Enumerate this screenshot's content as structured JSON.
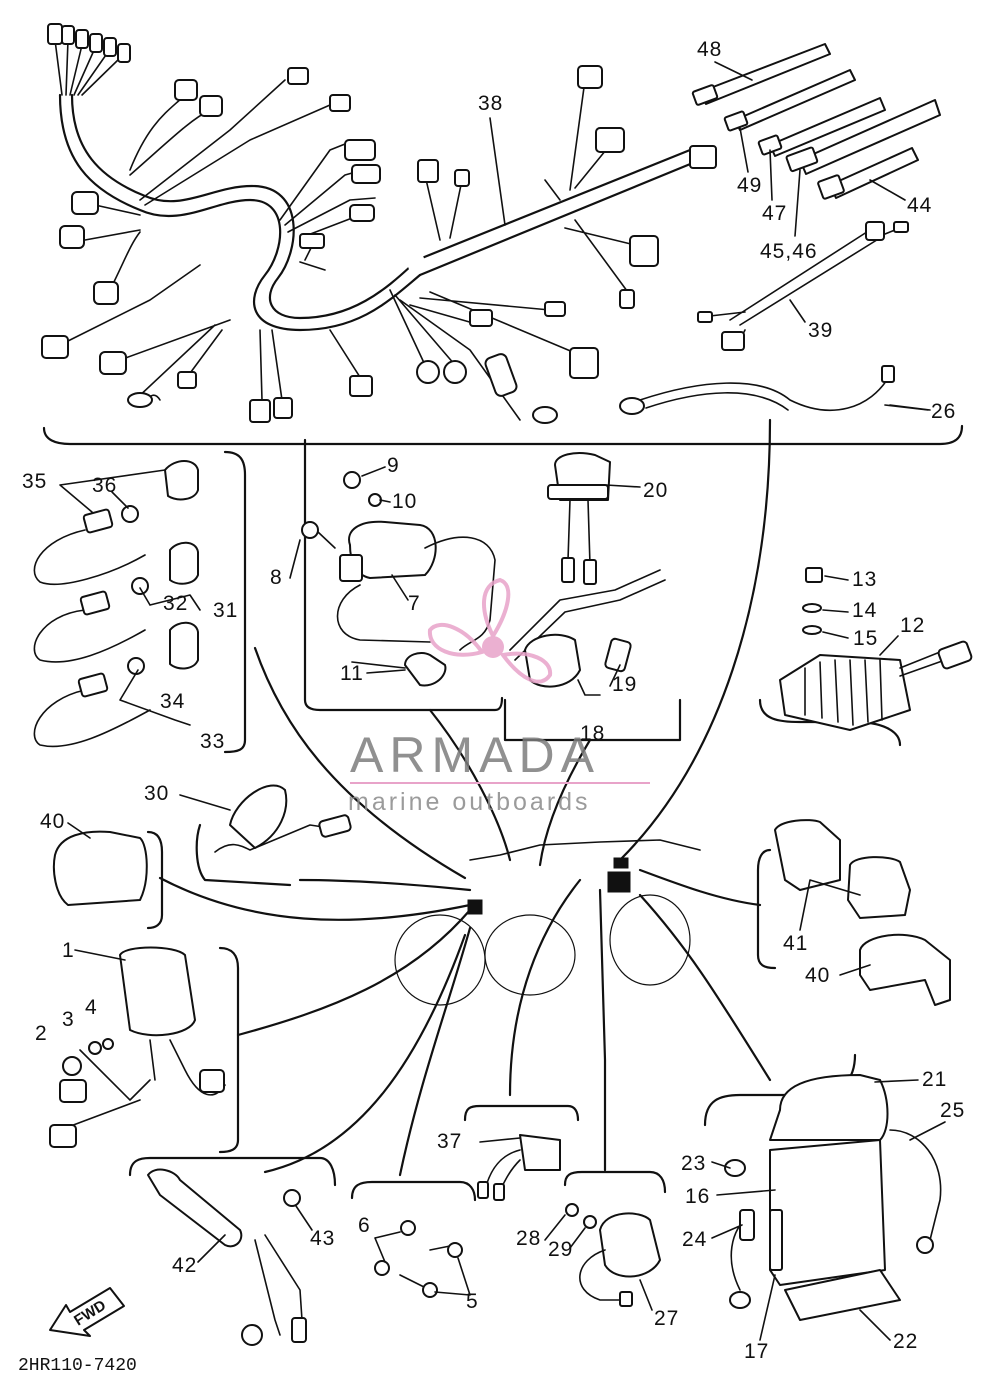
{
  "drawing_code": "2HR110-7420",
  "direction_arrow": "FWD",
  "watermark": {
    "brand": "ARMADA",
    "tagline": "marine outboards",
    "color": "#e8a3c9"
  },
  "callouts": {
    "c1": "1",
    "c2": "2",
    "c3": "3",
    "c4": "4",
    "c5": "5",
    "c6": "6",
    "c7": "7",
    "c8": "8",
    "c9": "9",
    "c10": "10",
    "c11": "11",
    "c12": "12",
    "c13": "13",
    "c14": "14",
    "c15": "15",
    "c16": "16",
    "c17": "17",
    "c18": "18",
    "c19": "19",
    "c20": "20",
    "c21": "21",
    "c22": "22",
    "c23": "23",
    "c24": "24",
    "c25": "25",
    "c26": "26",
    "c27": "27",
    "c28": "28",
    "c29": "29",
    "c30": "30",
    "c31": "31",
    "c32": "32",
    "c33": "33",
    "c34": "34",
    "c35": "35",
    "c36": "36",
    "c37": "37",
    "c38": "38",
    "c39": "39",
    "c40a": "40",
    "c40b": "40",
    "c41": "41",
    "c42": "42",
    "c43": "43",
    "c44": "44",
    "c45_46": "45,46",
    "c47": "47",
    "c48": "48",
    "c49": "49"
  }
}
